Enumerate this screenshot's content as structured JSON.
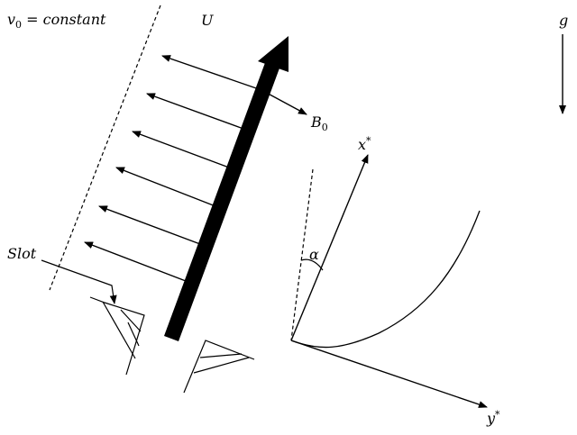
{
  "labels": {
    "v0_main": "v",
    "v0_sub": "0",
    "v0_rest": " = constant",
    "U": "U",
    "g": "g",
    "B0_main": "B",
    "B0_sub": "0",
    "x_main": "x",
    "x_sup": "*",
    "y_main": "y",
    "y_sup": "*",
    "alpha": "α",
    "slot": "Slot"
  }
}
